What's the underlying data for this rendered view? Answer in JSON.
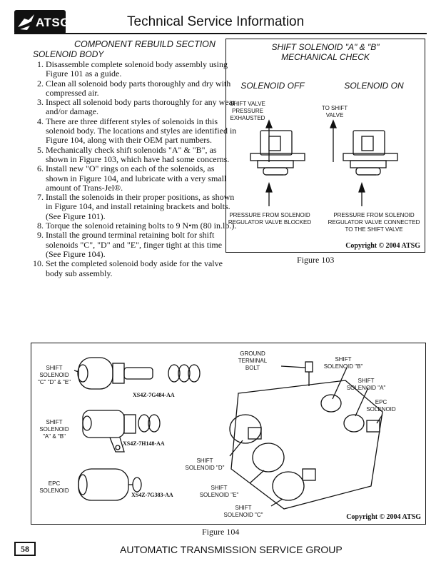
{
  "header": {
    "logo_text": "ATSG",
    "title": "Technical Service Information"
  },
  "section": {
    "title": "COMPONENT REBUILD SECTION",
    "subtitle": "SOLENOID BODY"
  },
  "steps": [
    "Disassemble complete solenoid body assembly using Figure 101 as a guide.",
    "Clean all solenoid body parts thoroughly and dry with compressed air.",
    "Inspect all solenoid body parts thoroughly for any wear and/or damage.",
    "There are three different styles of solenoids in this solenoid body. The locations and styles are identified in Figure 104, along with their OEM part numbers.",
    "Mechanically check shift solenoids \"A\" & \"B\", as shown in Figure 103, which have had some concerns.",
    "Install new \"O\" rings on each of the solenoids, as shown in Figure 104, and lubricate with a very small amount of Trans-Jel®.",
    "Install the solenoids in their proper positions, as shown in Figure 104, and install retaining brackets and bolts.  (See Figure 101).",
    "Torque the solenoid retaining bolts to 9 N•m (80 in.lb.).",
    "Install the ground terminal retaining bolt for shift solenoids \"C\", \"D\" and \"E\", finger tight at this time  (See Figure 104).",
    "Set the completed solenoid body aside for the valve body sub assembly."
  ],
  "figure103": {
    "title_line1": "SHIFT SOLENOID \"A\" & \"B\"",
    "title_line2": "MECHANICAL CHECK",
    "off_label": "SOLENOID OFF",
    "on_label": "SOLENOID ON",
    "off_top_1": "SHIFT VALVE",
    "off_top_2": "PRESSURE",
    "off_top_3": "EXHAUSTED",
    "on_top_1": "TO SHIFT",
    "on_top_2": "VALVE",
    "off_bottom_1": "PRESSURE FROM SOLENOID",
    "off_bottom_2": "REGULATOR VALVE BLOCKED",
    "on_bottom_1": "PRESSURE FROM SOLENOID",
    "on_bottom_2": "REGULATOR VALVE CONNECTED",
    "on_bottom_3": "TO THE SHIFT VALVE",
    "copyright": "Copyright © 2004 ATSG",
    "caption": "Figure 103"
  },
  "figure104": {
    "label_cde_1": "SHIFT",
    "label_cde_2": "SOLENOID",
    "label_cde_3": "\"C\" \"D\" & \"E\"",
    "part_cde": "XS4Z-7G484-AA",
    "label_ab_1": "SHIFT",
    "label_ab_2": "SOLENOID",
    "label_ab_3": "\"A\" & \"B\"",
    "part_ab": "XS4Z-7H148-AA",
    "label_epc_1": "EPC",
    "label_epc_2": "SOLENOID",
    "part_epc": "XS4Z-7G383-AA",
    "ground_1": "GROUND",
    "ground_2": "TERMINAL",
    "ground_3": "BOLT",
    "b_1": "SHIFT",
    "b_2": "SOLENOID \"B\"",
    "a_1": "SHIFT",
    "a_2": "SOLENOID \"A\"",
    "epc_r_1": "EPC",
    "epc_r_2": "SOLENOID",
    "d_1": "SHIFT",
    "d_2": "SOLENOID \"D\"",
    "e_1": "SHIFT",
    "e_2": "SOLENOID \"E\"",
    "c_1": "SHIFT",
    "c_2": "SOLENOID \"C\"",
    "copyright": "Copyright © 2004 ATSG",
    "caption": "Figure 104"
  },
  "footer": {
    "page_number": "58",
    "text": "AUTOMATIC TRANSMISSION SERVICE GROUP"
  }
}
